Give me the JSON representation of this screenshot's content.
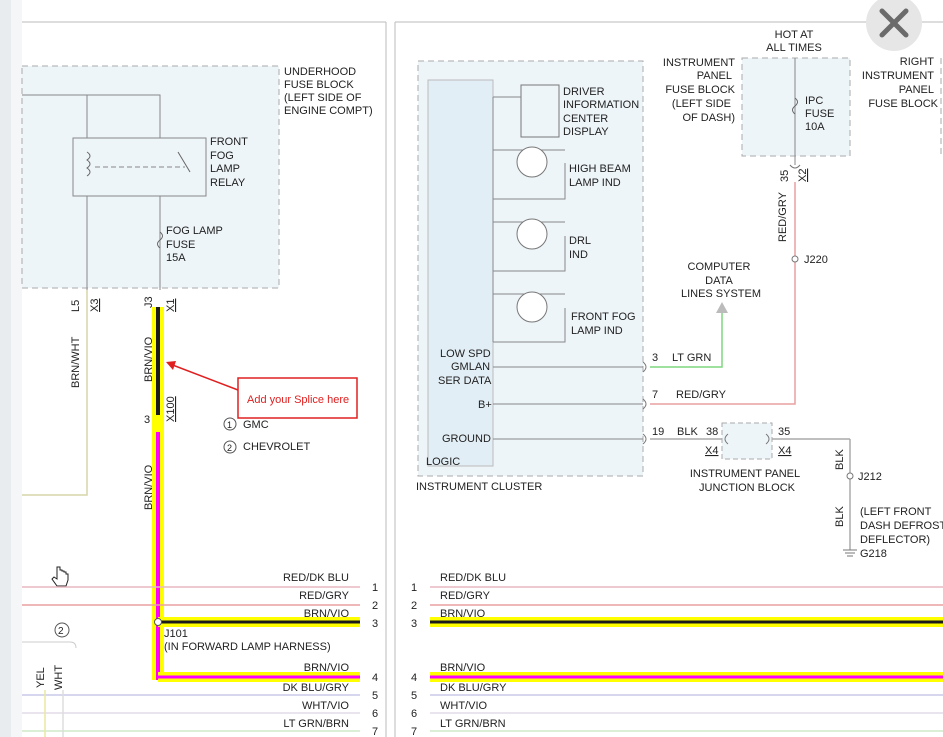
{
  "underhood": {
    "l1": "UNDERHOOD",
    "l2": "FUSE BLOCK",
    "l3": "(LEFT SIDE OF",
    "l4": "ENGINE COMPT)"
  },
  "relay": {
    "l1": "FRONT",
    "l2": "FOG",
    "l3": "LAMP",
    "l4": "RELAY"
  },
  "fogfuse": {
    "l1": "FOG LAMP",
    "l2": "FUSE",
    "l3": "15A"
  },
  "conn": {
    "l5": "L5",
    "x3a": "X3",
    "j3": "J3",
    "x1": "X1",
    "x100": "X100",
    "p3": "3"
  },
  "wires_left": {
    "brnwht": "BRN/WHT",
    "brnvio1": "BRN/VIO",
    "brnvio2": "BRN/VIO",
    "yel": "YEL",
    "wht": "WHT"
  },
  "callout": "Add your Splice here",
  "legend": {
    "n1": "1",
    "gmc": "GMC",
    "n2": "2",
    "chev": "CHEVROLET",
    "circle2": "2"
  },
  "splice": {
    "name": "J101",
    "desc": "(IN FORWARD LAMP HARNESS)"
  },
  "bus_left": [
    {
      "num": "1",
      "label": "RED/DK BLU"
    },
    {
      "num": "2",
      "label": "RED/GRY"
    },
    {
      "num": "3",
      "label": "BRN/VIO"
    },
    {
      "num": "4",
      "label": "BRN/VIO"
    },
    {
      "num": "5",
      "label": "DK BLU/GRY"
    },
    {
      "num": "6",
      "label": "WHT/VIO"
    },
    {
      "num": "7",
      "label": "LT GRN/BRN"
    }
  ],
  "bus_right": [
    {
      "num": "1",
      "label": "RED/DK BLU"
    },
    {
      "num": "2",
      "label": "RED/GRY"
    },
    {
      "num": "3",
      "label": "BRN/VIO"
    },
    {
      "num": "4",
      "label": "BRN/VIO"
    },
    {
      "num": "5",
      "label": "DK BLU/GRY"
    },
    {
      "num": "6",
      "label": "WHT/VIO"
    },
    {
      "num": "7",
      "label": "LT GRN/BRN"
    }
  ],
  "cluster": {
    "dic": {
      "l1": "DRIVER",
      "l2": "INFORMATION",
      "l3": "CENTER",
      "l4": "DISPLAY"
    },
    "hb": {
      "l1": "HIGH BEAM",
      "l2": "LAMP IND"
    },
    "drl": {
      "l1": "DRL",
      "l2": "IND"
    },
    "fog": {
      "l1": "FRONT FOG",
      "l2": "LAMP IND"
    },
    "lowspd": "LOW SPD",
    "gmlan": "GMLAN",
    "serdata": "SER DATA",
    "bplus": "B+",
    "ground": "GROUND",
    "logic": "LOGIC",
    "title": "INSTRUMENT CLUSTER"
  },
  "ipfuse": {
    "l1": "INSTRUMENT",
    "l2": "PANEL",
    "l3": "FUSE BLOCK",
    "l4": "(LEFT SIDE",
    "l5": "OF DASH)"
  },
  "hot": {
    "l1": "HOT AT",
    "l2": "ALL TIMES"
  },
  "ipc": {
    "l1": "IPC",
    "l2": "FUSE",
    "l3": "10A"
  },
  "rightfuse": {
    "l1": "RIGHT",
    "l2": "INSTRUMENT",
    "l3": "PANEL",
    "l4": "FUSE BLOCK"
  },
  "ipc_conn": {
    "pin": "35",
    "x2": "X2",
    "wire": "RED/GRY",
    "j220": "J220"
  },
  "cds": {
    "l1": "COMPUTER",
    "l2": "DATA",
    "l3": "LINES SYSTEM"
  },
  "pins": {
    "p3": "3",
    "w3": "LT GRN",
    "p7": "7",
    "w7": "RED/GRY",
    "p19": "19",
    "w19": "BLK",
    "p38": "38",
    "x4a": "X4",
    "p35": "35",
    "x4b": "X4"
  },
  "jb": {
    "l1": "INSTRUMENT PANEL",
    "l2": "JUNCTION BLOCK"
  },
  "ground": {
    "blk1": "BLK",
    "j212": "J212",
    "blk2": "BLK",
    "d1": "(LEFT FRONT",
    "d2": "DASH DEFROST",
    "d3": "DEFLECTOR)",
    "g218": "G218"
  },
  "colors": {
    "highlight_yellow": "#ffff00",
    "highlight_magenta": "#ff00ff",
    "callout_red": "#e02020",
    "ltgrn": "#7fd67f",
    "redgry": "#e8a0a0"
  }
}
